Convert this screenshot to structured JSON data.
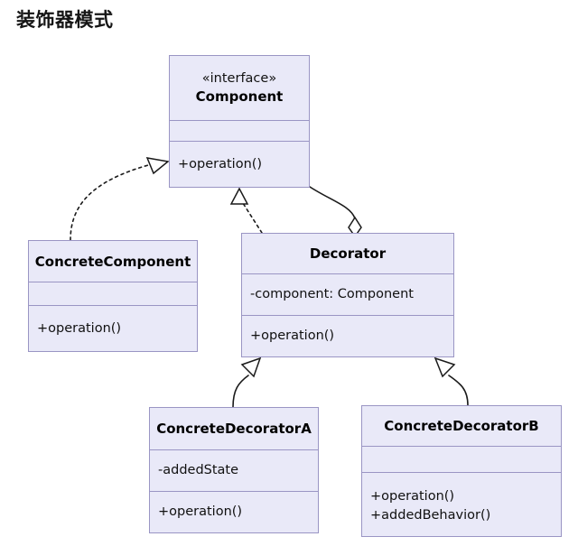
{
  "title": "装饰器模式",
  "theme": {
    "box_fill": "#e9e9f8",
    "box_border": "#9a95c4",
    "line_color": "#1a1a1a",
    "text_color": "#111111",
    "background": "#ffffff"
  },
  "classes": [
    {
      "id": "component",
      "stereotype": "«interface»",
      "name": "Component",
      "attributes": [],
      "methods": [
        "+operation()"
      ]
    },
    {
      "id": "concretecomponent",
      "stereotype": "",
      "name": "ConcreteComponent",
      "attributes": [],
      "methods": [
        "+operation()"
      ]
    },
    {
      "id": "decorator",
      "stereotype": "",
      "name": "Decorator",
      "attributes": [
        "-component: Component"
      ],
      "methods": [
        "+operation()"
      ]
    },
    {
      "id": "concretedecoratora",
      "stereotype": "",
      "name": "ConcreteDecoratorA",
      "attributes": [
        "-addedState"
      ],
      "methods": [
        "+operation()"
      ]
    },
    {
      "id": "concretedecoratorb",
      "stereotype": "",
      "name": "ConcreteDecoratorB",
      "attributes": [],
      "methods": [
        "+operation()",
        "+addedBehavior()"
      ]
    }
  ],
  "relations": [
    {
      "id": "rel-concretecomponent-realizes-component",
      "type": "realization",
      "style": "dashed",
      "arrowhead": "hollow-triangle",
      "from": "ConcreteComponent",
      "to": "Component",
      "label": ""
    },
    {
      "id": "rel-decorator-realizes-component",
      "type": "realization",
      "style": "dashed",
      "arrowhead": "hollow-triangle",
      "from": "Decorator",
      "to": "Component",
      "label": ""
    },
    {
      "id": "rel-decorator-aggregates-component",
      "type": "aggregation",
      "style": "solid",
      "arrowhead": "hollow-diamond",
      "from": "Component",
      "to": "Decorator",
      "label": ""
    },
    {
      "id": "rel-concretedecoratora-extends-decorator",
      "type": "generalization",
      "style": "solid",
      "arrowhead": "hollow-triangle",
      "from": "ConcreteDecoratorA",
      "to": "Decorator",
      "label": ""
    },
    {
      "id": "rel-concretedecoratorb-extends-decorator",
      "type": "generalization",
      "style": "solid",
      "arrowhead": "hollow-triangle",
      "from": "ConcreteDecoratorB",
      "to": "Decorator",
      "label": ""
    }
  ]
}
